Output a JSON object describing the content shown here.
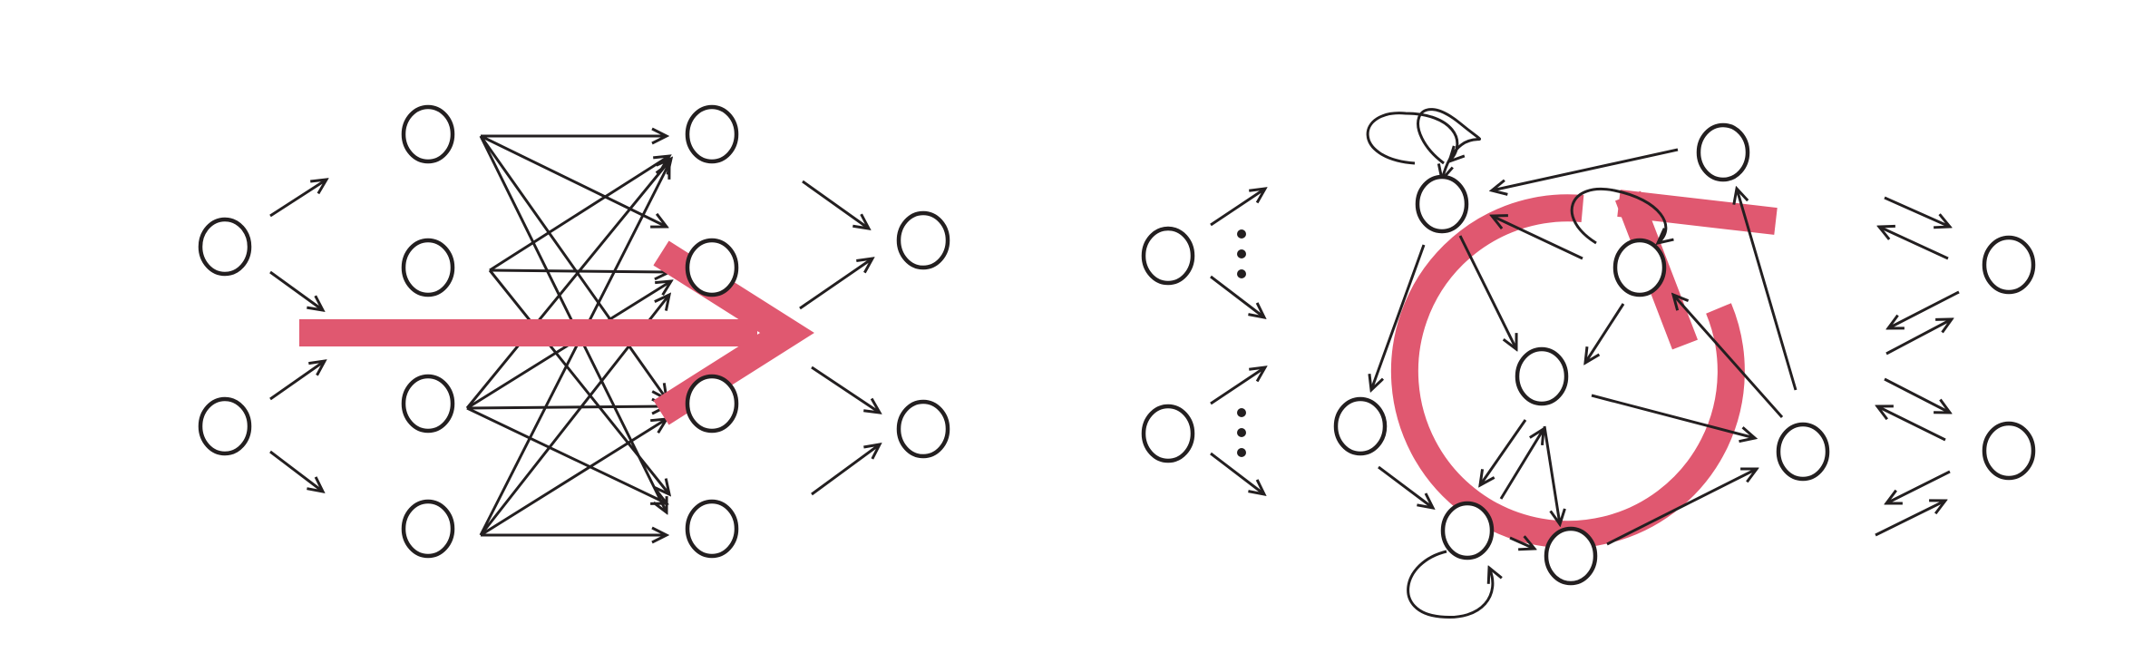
{
  "colors": {
    "background": "#ffffff",
    "ink": "#231f20",
    "accent": "#e05870"
  },
  "panels": [
    {
      "id": "feedforward",
      "accent_shape": "straight-arrow",
      "nodes": 12,
      "edges": 16,
      "icon": "arrow-right-icon"
    },
    {
      "id": "recurrent",
      "accent_shape": "circular-arrow",
      "nodes": 10,
      "edges": 20,
      "icon": "cycle-arrow-icon"
    }
  ]
}
